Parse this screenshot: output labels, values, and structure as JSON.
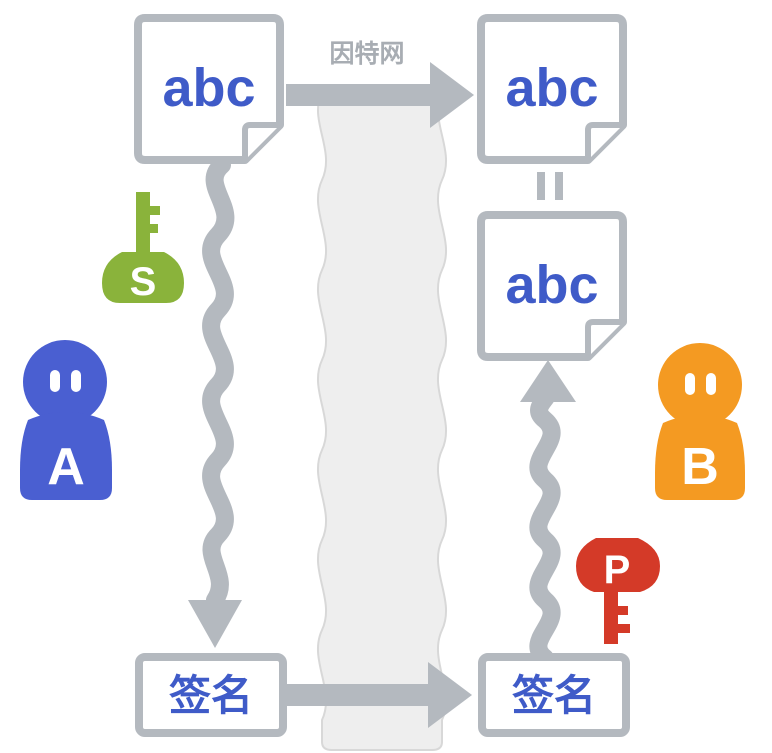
{
  "network_label": "因特网",
  "doc_original": "abc",
  "doc_received": "abc",
  "doc_recovered": "abc",
  "equals_sign": "=",
  "signature_sender": "签名",
  "signature_receiver": "签名",
  "person_a": {
    "letter": "A",
    "color": "#4A5FD1"
  },
  "person_b": {
    "letter": "B",
    "color": "#F49A22"
  },
  "secret_key": {
    "letter": "S",
    "color": "#8AB33B"
  },
  "public_key": {
    "letter": "P",
    "color": "#D43A28"
  },
  "colors": {
    "arrow": "#B4B9BF",
    "doc_border": "#B4B9BF",
    "text_blue": "#3F5BC8",
    "internet_band": "#EEEEEE"
  }
}
